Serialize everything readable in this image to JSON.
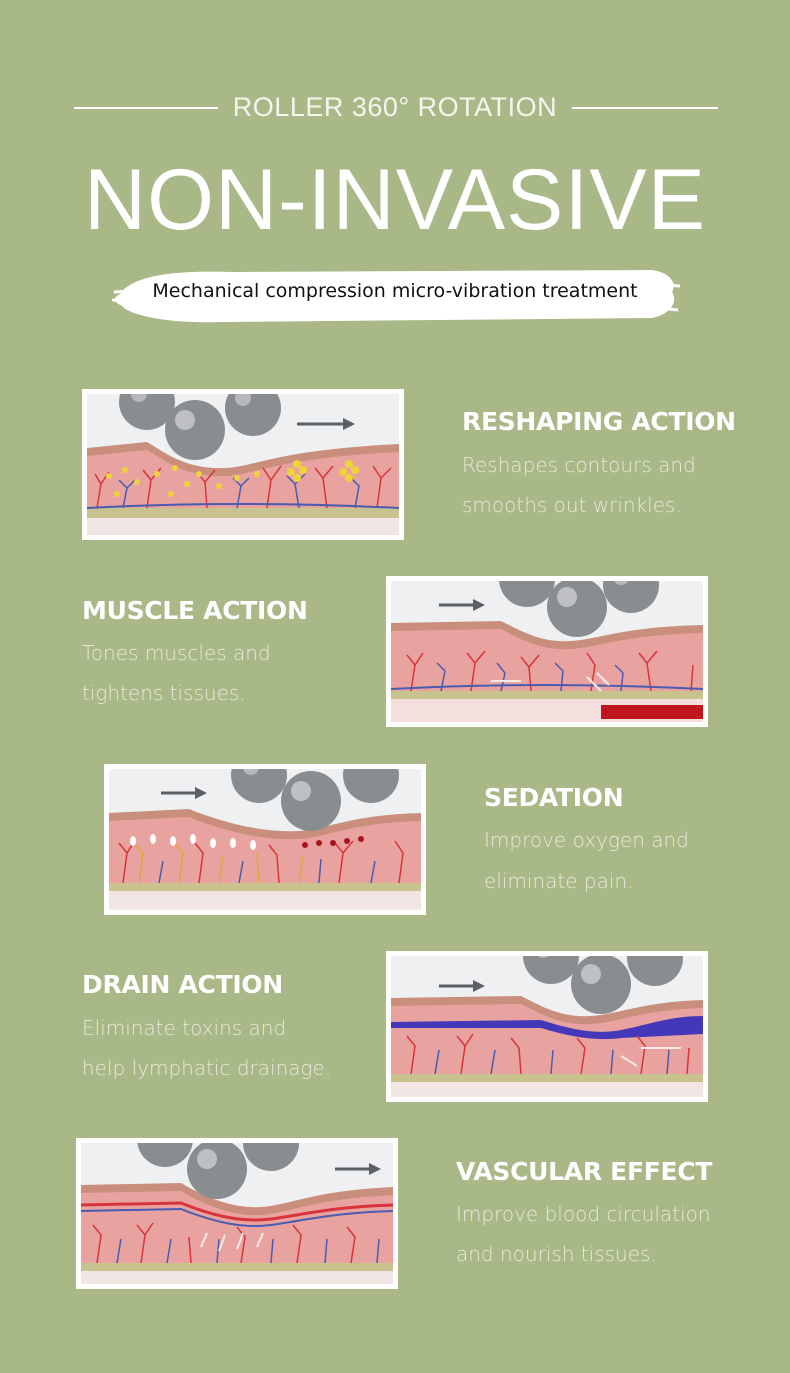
{
  "header": {
    "eyebrow": "ROLLER 360° ROTATION",
    "headline": "NON-INVASIVE",
    "subtitle": "Mechanical compression micro-vibration treatment"
  },
  "colors": {
    "background": "#a8b886",
    "skin": "#e8a3a0",
    "ball": "#8a8d90",
    "vein_red": "#d8333a",
    "vein_blue": "#4a5bb0",
    "fat": "#f0d23a"
  },
  "features": [
    {
      "title": "RESHAPING ACTION",
      "line1": "Reshapes contours and",
      "line2": "smooths out wrinkles."
    },
    {
      "title": "MUSCLE ACTION",
      "line1": "Tones muscles and",
      "line2": "tightens tissues."
    },
    {
      "title": "SEDATION",
      "line1": "Improve oxygen and",
      "line2": "eliminate pain."
    },
    {
      "title": "DRAIN ACTION",
      "line1": "Eliminate toxins and",
      "line2": "help lymphatic drainage."
    },
    {
      "title": "VASCULAR EFFECT",
      "line1": "Improve blood circulation",
      "line2": " and nourish tissues."
    }
  ]
}
